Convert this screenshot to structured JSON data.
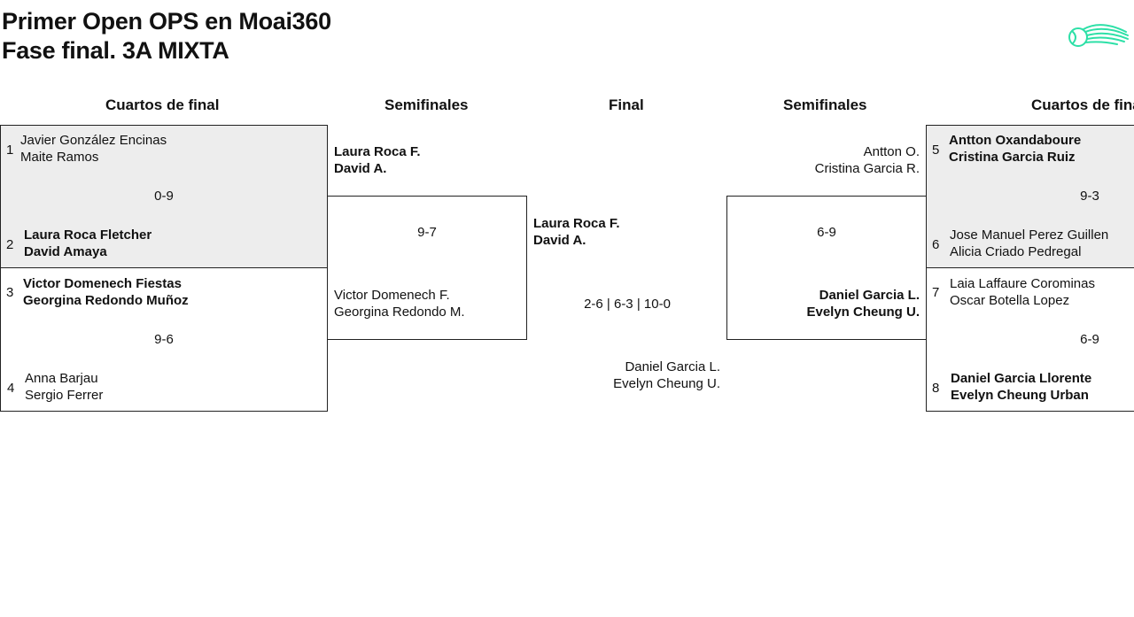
{
  "title": {
    "line1": "Primer Open OPS en Moai360",
    "line2": "Fase final. 3A MIXTA"
  },
  "logo": {
    "icon": "tennis-ball-logo-icon",
    "color": "#2de0a7"
  },
  "headers": {
    "qf_left": "Cuartos de final",
    "sf_left": "Semifinales",
    "final": "Final",
    "sf_right": "Semifinales",
    "qf_right": "Cuartos de final"
  },
  "quarterfinals": [
    {
      "score": "0-9",
      "top": {
        "seed": "1",
        "p1": "Javier González Encinas",
        "p2": "Maite Ramos",
        "winner": false
      },
      "bottom": {
        "seed": "2",
        "p1": "Laura Roca Fletcher",
        "p2": "David Amaya",
        "winner": true
      }
    },
    {
      "score": "9-6",
      "top": {
        "seed": "3",
        "p1": "Victor Domenech Fiestas",
        "p2": "Georgina Redondo Muñoz",
        "winner": true
      },
      "bottom": {
        "seed": "4",
        "p1": "Anna Barjau",
        "p2": "Sergio Ferrer",
        "winner": false
      }
    },
    {
      "score": "9-3",
      "top": {
        "seed": "5",
        "p1": "Antton Oxandaboure",
        "p2": "Cristina Garcia Ruiz",
        "winner": true
      },
      "bottom": {
        "seed": "6",
        "p1": "Jose Manuel Perez Guillen",
        "p2": "Alicia Criado Pedregal",
        "winner": false
      }
    },
    {
      "score": "6-9",
      "top": {
        "seed": "7",
        "p1": "Laia Laffaure Corominas",
        "p2": "Oscar Botella Lopez",
        "winner": false
      },
      "bottom": {
        "seed": "8",
        "p1": "Daniel Garcia Llorente",
        "p2": "Evelyn Cheung Urban",
        "winner": true
      }
    }
  ],
  "semifinals": [
    {
      "score": "9-7",
      "top": {
        "p1": "Laura Roca F.",
        "p2": "David A.",
        "winner": true
      },
      "bottom": {
        "p1": "Victor Domenech F.",
        "p2": "Georgina Redondo M.",
        "winner": false
      }
    },
    {
      "score": "6-9",
      "top": {
        "p1": "Antton O.",
        "p2": "Cristina Garcia R.",
        "winner": false
      },
      "bottom": {
        "p1": "Daniel Garcia L.",
        "p2": "Evelyn Cheung U.",
        "winner": true
      }
    }
  ],
  "final": {
    "score": "2-6 | 6-3 | 10-0",
    "top": {
      "p1": "Laura Roca F.",
      "p2": "David A.",
      "winner": true
    },
    "bottom": {
      "p1": "Daniel Garcia L.",
      "p2": "Evelyn Cheung U.",
      "winner": false
    }
  },
  "colors": {
    "winner_box_bg": "#ededed",
    "border": "#222222"
  }
}
